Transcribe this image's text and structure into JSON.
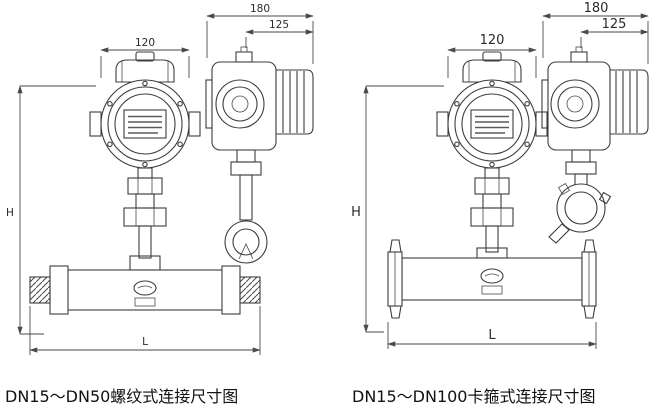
{
  "colors": {
    "line": "#3d3d3d",
    "dim_text": "#2b2b2b",
    "caption_text": "#111111",
    "background": "#ffffff"
  },
  "left_drawing": {
    "caption": "DN15～DN50螺纹式连接尺寸图",
    "dimensions": {
      "head_width": "120",
      "total_depth": "180",
      "cap_depth": "125",
      "height": "H",
      "length": "L"
    }
  },
  "right_drawing": {
    "caption": "DN15～DN100卡箍式连接尺寸图",
    "dimensions": {
      "head_width": "120",
      "total_depth": "180",
      "cap_depth": "125",
      "height": "H",
      "length": "L"
    }
  }
}
